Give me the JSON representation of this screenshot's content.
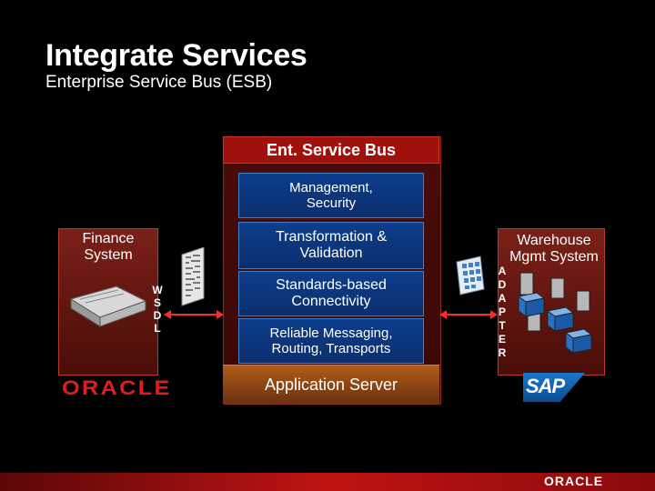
{
  "slide": {
    "title": "Integrate Services",
    "subtitle": "Enterprise Service Bus (ESB)"
  },
  "esb": {
    "header": "Ent. Service Bus",
    "layers": [
      "Management,\nSecurity",
      "Transformation &\nValidation",
      "Standards-based\nConnectivity",
      "Reliable Messaging,\nRouting, Transports"
    ],
    "footer": "Application Server"
  },
  "finance": {
    "label": "Finance\nSystem",
    "interface_label": "W\nS\nD\nL",
    "vendor_logo": "ORACLE"
  },
  "warehouse": {
    "label": "Warehouse\nMgmt System",
    "interface_label": "A\nD\nA\nP\nT\nE\nR",
    "vendor_logo": "SAP"
  },
  "footer_logo": "ORACLE",
  "colors": {
    "accent_red": "#b0120c",
    "layer_blue": "#0d3d8a",
    "server_orange": "#b05c18",
    "arrow_red": "#ff2a2a"
  },
  "icons": [
    "document-icon",
    "server-rack-icon",
    "database-cluster-icon",
    "connection-arrow-icon"
  ]
}
